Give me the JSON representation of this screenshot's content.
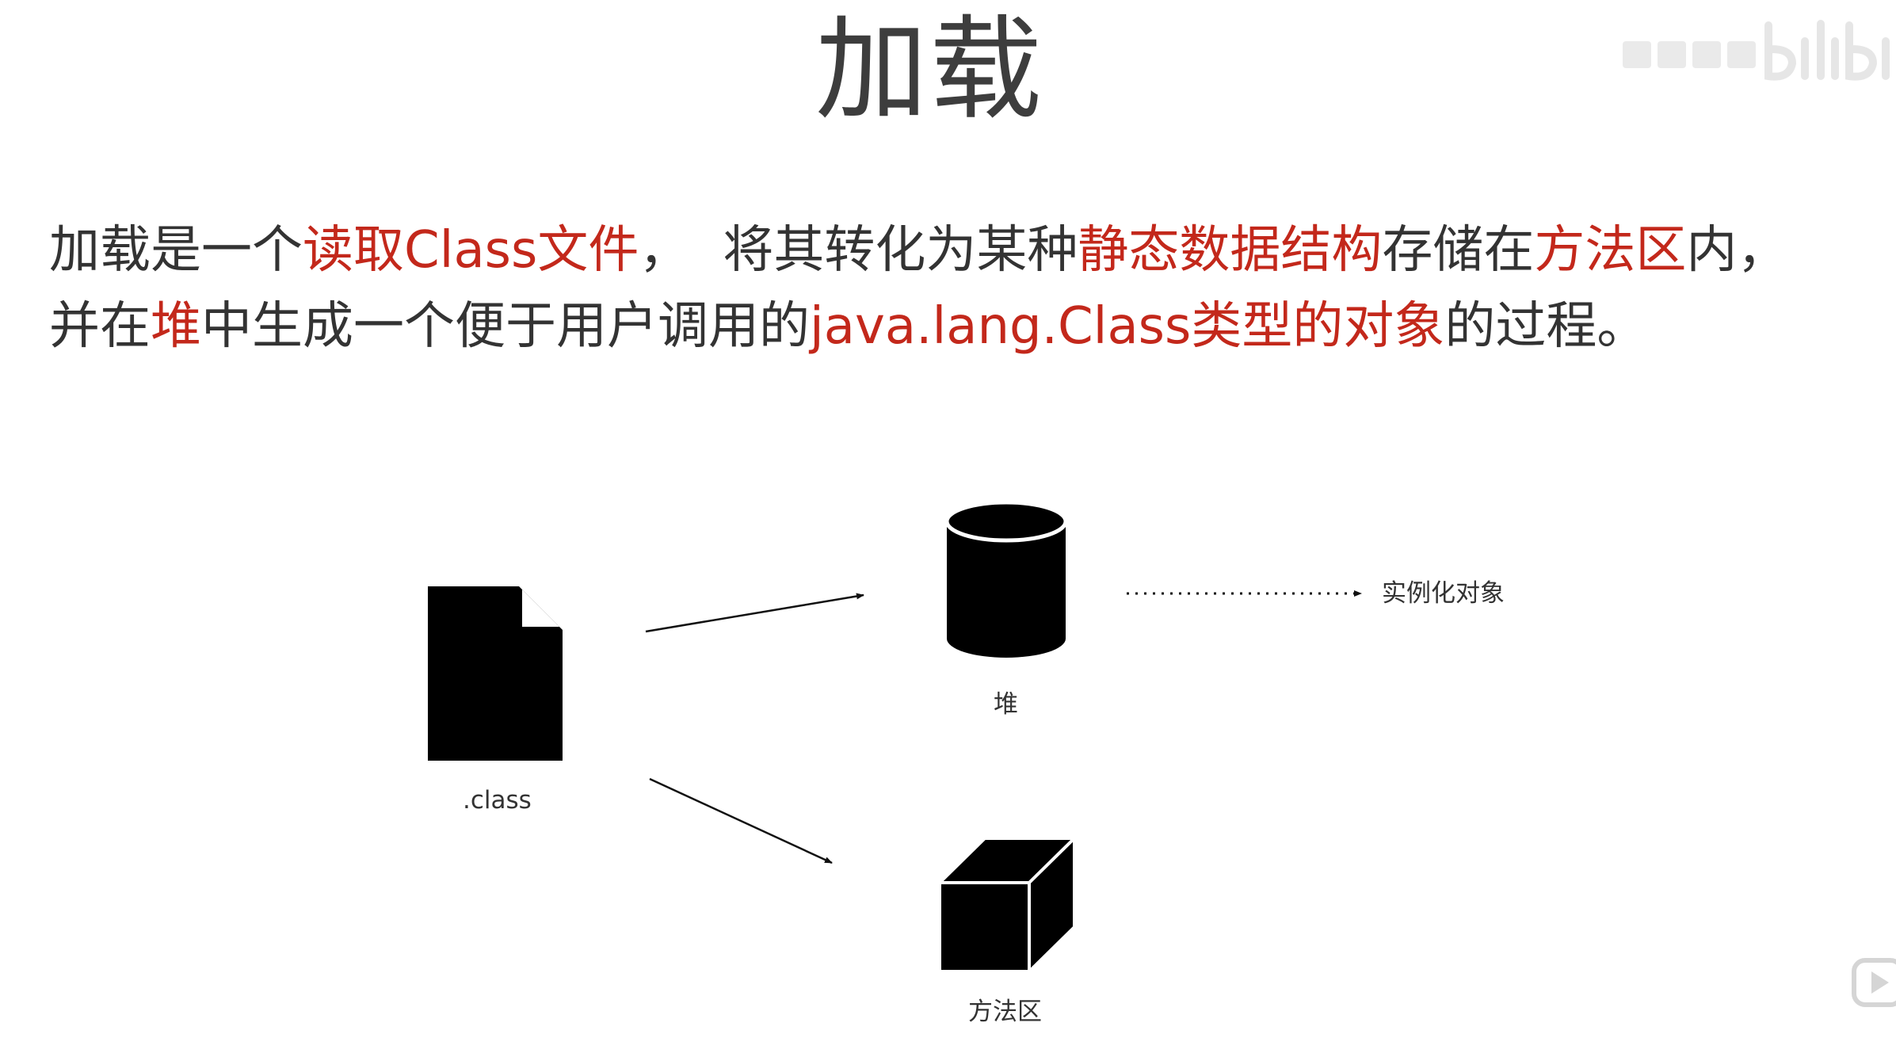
{
  "slide": {
    "title": "加载",
    "line1": [
      {
        "text": "加载是一个",
        "highlight": false
      },
      {
        "text": "读取Class文件",
        "highlight": true
      },
      {
        "text": "，",
        "highlight": false
      },
      {
        "text": "将其转化为某种",
        "highlight": false
      },
      {
        "text": "静态数据结构",
        "highlight": true
      },
      {
        "text": "存储在",
        "highlight": false
      },
      {
        "text": "方法区",
        "highlight": true
      },
      {
        "text": "内，",
        "highlight": false
      }
    ],
    "line2": [
      {
        "text": "并在",
        "highlight": false
      },
      {
        "text": "堆",
        "highlight": true
      },
      {
        "text": "中生成一个便于用户调用的",
        "highlight": false
      },
      {
        "text": "java.lang.Class类型的对象",
        "highlight": true
      },
      {
        "text": "的过程。",
        "highlight": false
      }
    ]
  },
  "diagram": {
    "class_file_label": ".class",
    "heap_label": "堆",
    "method_area_label": "方法区",
    "instance_label": "实例化对象",
    "icons": {
      "class_file": "file-icon",
      "heap": "cylinder-icon",
      "method_area": "cube-icon"
    }
  },
  "watermark": {
    "channel": "bilibili"
  },
  "colors": {
    "text": "#333333",
    "highlight": "#c3281b",
    "shape": "#000000",
    "background": "#ffffff"
  }
}
